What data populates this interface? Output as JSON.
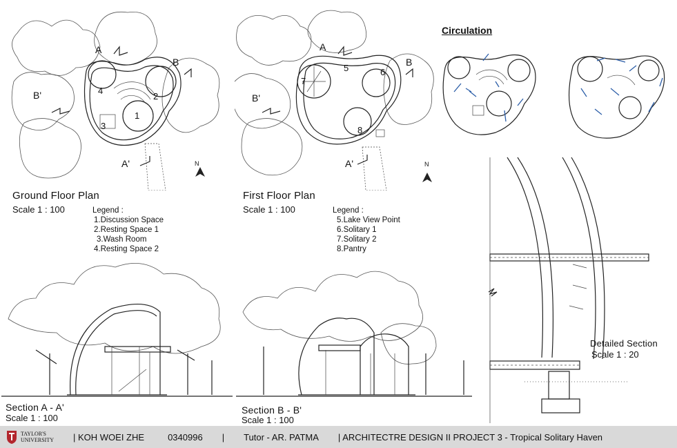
{
  "ground_floor": {
    "title": "Ground Floor Plan",
    "scale": "Scale 1 : 100",
    "legend_title": "Legend :",
    "legend": [
      "1.Discussion Space",
      "2.Resting Space 1",
      "3.Wash Room",
      "4.Resting Space 2"
    ],
    "marks": {
      "a": "A",
      "a2": "A'",
      "b": "B",
      "b2": "B'",
      "n": "N",
      "r1": "1",
      "r2": "2",
      "r3": "3",
      "r4": "4"
    }
  },
  "first_floor": {
    "title": "First Floor Plan",
    "scale": "Scale 1 : 100",
    "legend_title": "Legend :",
    "legend": [
      "5.Lake View Point",
      "6.Solitary 1",
      "7.Solitary 2",
      "8.Pantry"
    ],
    "marks": {
      "a": "A",
      "a2": "A'",
      "b": "B",
      "b2": "B'",
      "n": "N",
      "r5": "5",
      "r6": "6",
      "r7": "7",
      "r8": "8"
    }
  },
  "circulation": {
    "title": "Circulation"
  },
  "section_aa": {
    "title": "Section A - A'",
    "scale": "Scale 1 : 100"
  },
  "section_bb": {
    "title": "Section B - B'",
    "scale": "Scale 1 : 100"
  },
  "detailed_section": {
    "title": "Detailed Section",
    "scale": "Scale 1 : 20"
  },
  "footer": {
    "logo_line1": "TAYLOR'S",
    "logo_line2": "UNIVERSITY",
    "name": "| KOH WOEI ZHE",
    "student_id": "0340996",
    "sep": "|",
    "tutor": "Tutor - AR. PATMA",
    "project": "|  ARCHITECTRE DESIGN II  PROJECT 3 - Tropical Solitary Haven"
  },
  "colors": {
    "footer_bg": "#d9d9d9",
    "arrow_blue": "#2c5ea8",
    "logo_red": "#b3262d"
  }
}
